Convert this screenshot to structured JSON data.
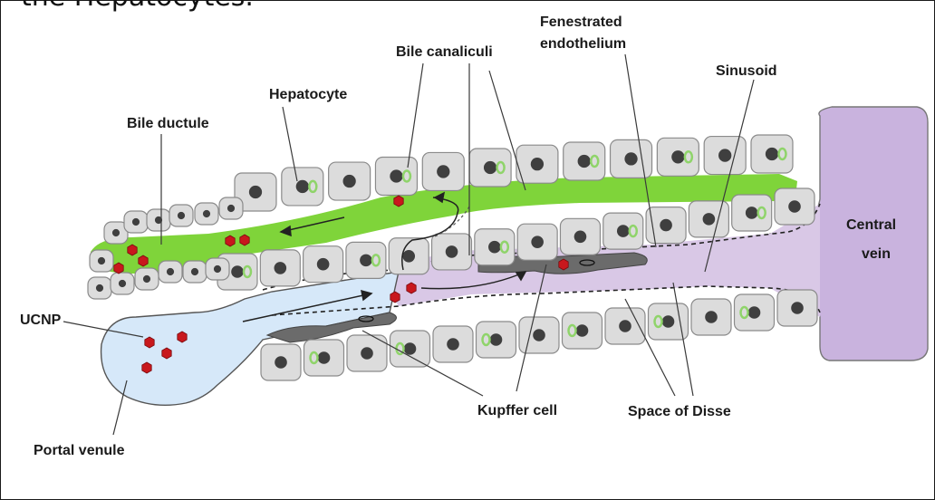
{
  "caption": "the Hepatocytes.",
  "labels": {
    "fenestrated_1": "Fenestrated",
    "fenestrated_2": "endothelium",
    "bile_canaliculi": "Bile canaliculi",
    "hepatocyte": "Hepatocyte",
    "sinusoid": "Sinusoid",
    "bile_ductule": "Bile ductule",
    "central_vein_1": "Central",
    "central_vein_2": "vein",
    "ucnp": "UCNP",
    "kupffer_cell": "Kupffer cell",
    "space_of_disse": "Space of Disse",
    "portal_venule": "Portal venule"
  },
  "colors": {
    "bile": "#7fd43a",
    "cell_fill": "#dcdcdc",
    "cell_stroke": "#8a8a8a",
    "nucleus": "#3f3f3f",
    "canaliculus": "#8fd46a",
    "portal_blood": "#d6e8f9",
    "sinusoid": "#d9c8e6",
    "central_vein": "#c9b3de",
    "kupffer": "#6b6b6b",
    "ucnp": "#c8181d"
  }
}
